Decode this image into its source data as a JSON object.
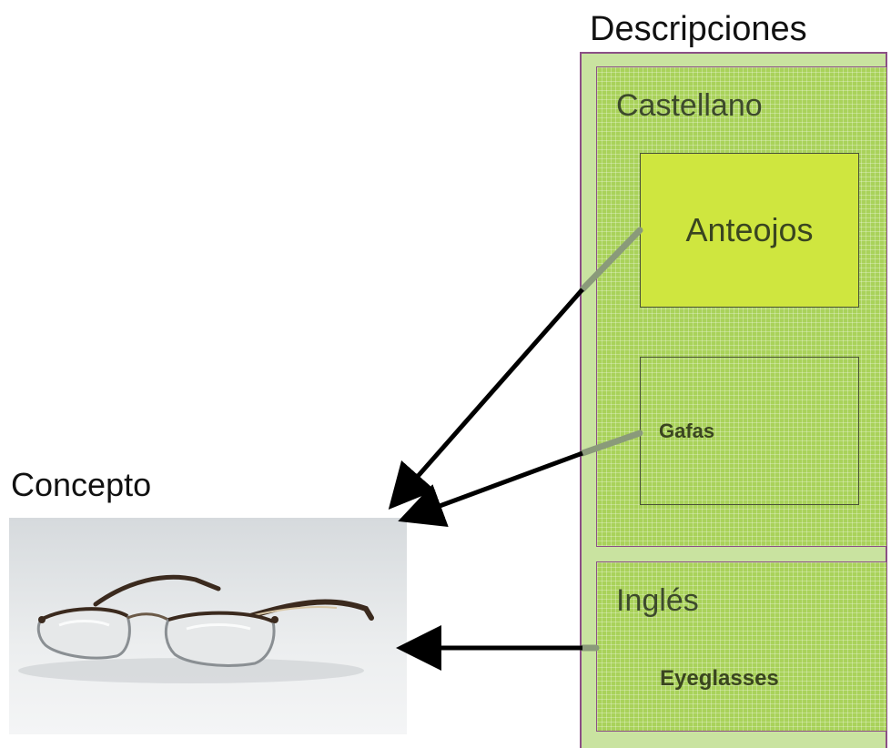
{
  "title": "Descripciones",
  "concept_label": "Concepto",
  "groups": [
    {
      "label": "Castellano",
      "terms": [
        "Anteojos",
        "Gafas"
      ]
    },
    {
      "label": "Inglés",
      "terms": [
        "Eyeglasses"
      ]
    }
  ],
  "image": {
    "subject": "eyeglasses-photo"
  },
  "colors": {
    "panel": "#a9d25a",
    "highlight": "#cfe63f",
    "border": "#8b4f86",
    "arrow": "#000000"
  }
}
